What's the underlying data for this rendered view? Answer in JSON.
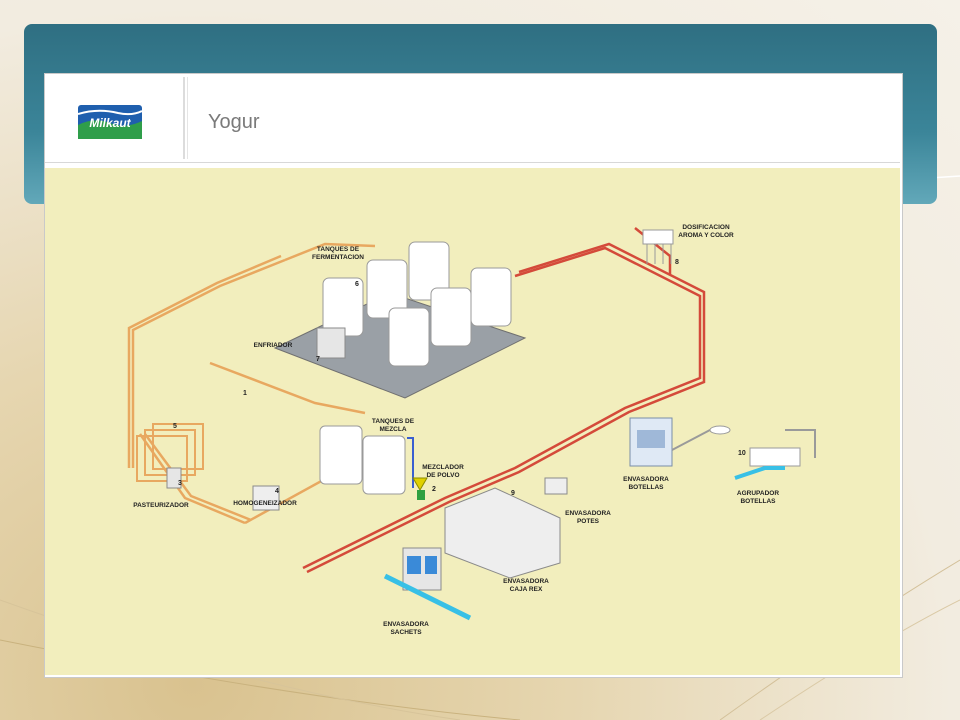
{
  "colors": {
    "slide_band": "#3b8599",
    "plant_background": "#f2eebd",
    "pipe_orange": "#e8a860",
    "pipe_red": "#d44a3a",
    "conveyor_blue": "#38c0e6"
  },
  "header": {
    "logo_text": "Milkaut",
    "title": "Yogur"
  },
  "diagram": {
    "labels": {
      "tanques_fermentacion": "TANQUES DE\nFERMENTACION",
      "enfriador": "ENFRIADOR",
      "dosificacion": "DOSIFICACION\nAROMA Y COLOR",
      "tanques_mezcla": "TANQUES DE\nMEZCLA",
      "mezclador_polvo": "MEZCLADOR\nDE POLVO",
      "pasteurizador": "PASTEURIZADOR",
      "homogeneizador": "HOMOGENEIZADOR",
      "envasadora_botellas": "ENVASADORA\nBOTELLAS",
      "agrupador_botellas": "AGRUPADOR\nBOTELLAS",
      "envasadora_potes": "ENVASADORA\nPOTES",
      "envasadora_caja_rex": "ENVASADORA\nCAJA REX",
      "envasadora_sachets": "ENVASADORA\nSACHETS"
    },
    "numbers": {
      "n1": "1",
      "n2": "2",
      "n3": "3",
      "n4": "4",
      "n5": "5",
      "n6": "6",
      "n7": "7",
      "n8": "8",
      "n9": "9",
      "n10": "10"
    }
  }
}
